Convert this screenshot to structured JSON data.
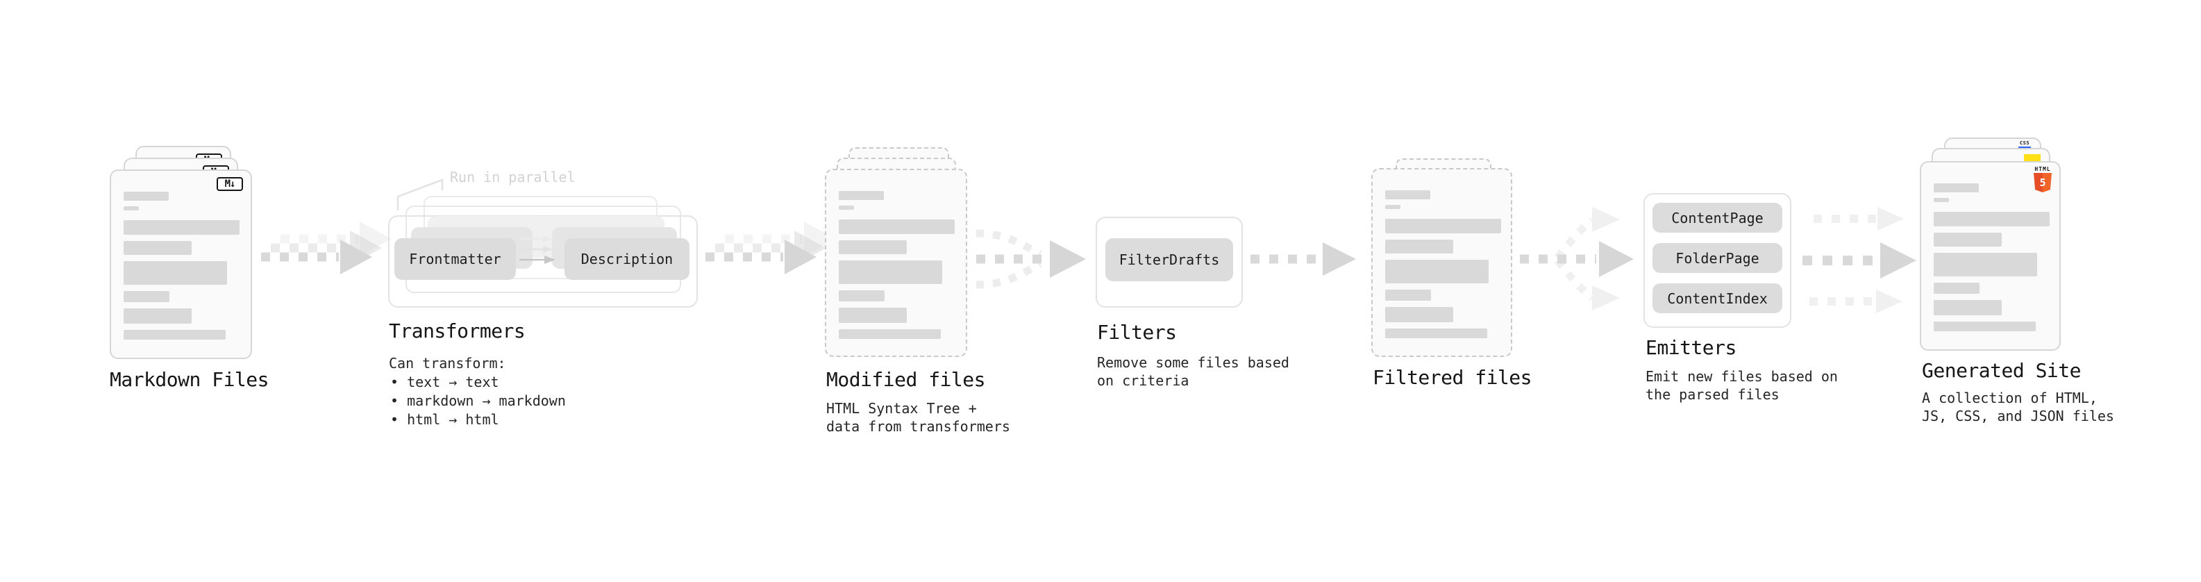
{
  "diagram": {
    "stage_markdown": {
      "title": "Markdown Files",
      "file_badge": "M↓"
    },
    "stage_transformers": {
      "title": "Transformers",
      "parallel_note": "Run in parallel",
      "transformer_a": "Frontmatter",
      "transformer_b": "Description",
      "caption_heading": "Can transform:",
      "caption_items": [
        "• text → text",
        "• markdown → markdown",
        "• html → html"
      ]
    },
    "stage_modified": {
      "title": "Modified files",
      "caption_line1": "HTML Syntax Tree +",
      "caption_line2": "data from transformers"
    },
    "stage_filters": {
      "title": "Filters",
      "filter_name": "FilterDrafts",
      "caption_line1": "Remove some files based",
      "caption_line2": "on criteria"
    },
    "stage_filtered": {
      "title": "Filtered files"
    },
    "stage_emitters": {
      "title": "Emitters",
      "emitter_1": "ContentPage",
      "emitter_2": "FolderPage",
      "emitter_3": "ContentIndex",
      "caption_line1": "Emit new files based on",
      "caption_line2": "the parsed files"
    },
    "stage_generated": {
      "title": "Generated Site",
      "caption_line1": "A collection of HTML,",
      "caption_line2": "JS, CSS, and JSON files",
      "css_badge_label": "CSS",
      "html_badge_label": "HTML",
      "html_badge_number": "5"
    },
    "colors": {
      "html5_orange": "#e44d26",
      "js_yellow": "#ffdf16",
      "css_blue": "#2c62f6",
      "arrow_gray": "#d9d9d9",
      "card_border": "#d6d6d6",
      "bar_fill": "#d9d9d9"
    }
  }
}
